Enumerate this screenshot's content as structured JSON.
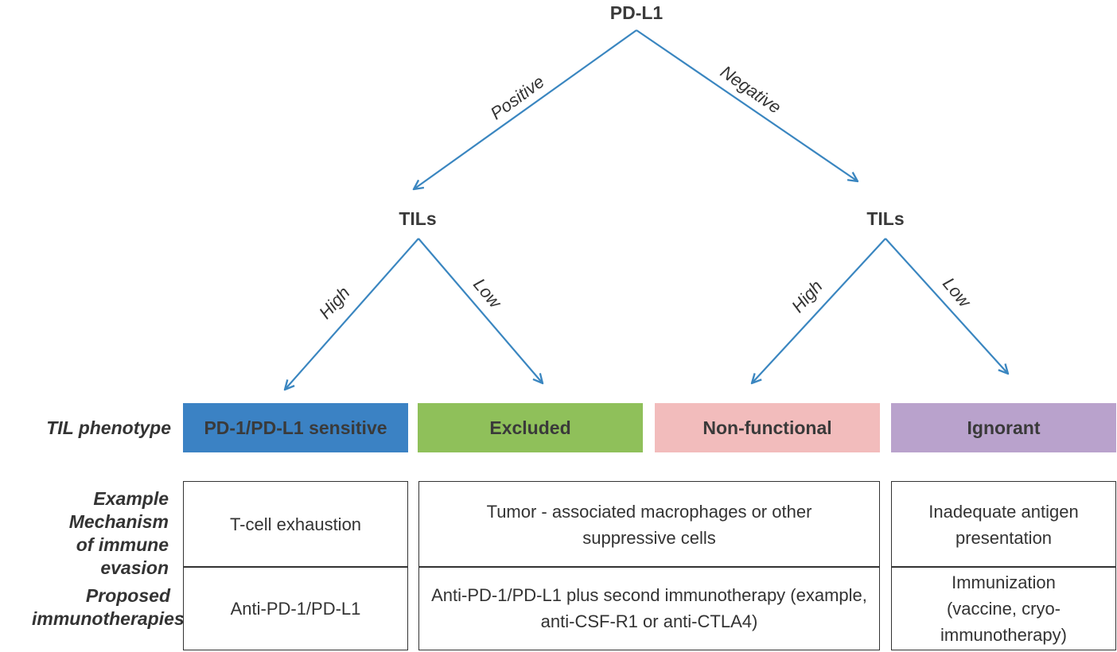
{
  "tree": {
    "root": "PD-L1",
    "edge_positive": "Positive",
    "edge_negative": "Negative",
    "left_node": "TILs",
    "right_node": "TILs",
    "left_high": "High",
    "left_low": "Low",
    "right_high": "High",
    "right_low": "Low"
  },
  "colors": {
    "arrow": "#3a86c0",
    "pd1_sensitive": "#3b82c4",
    "excluded": "#8fc05a",
    "non_functional": "#f2bcbc",
    "ignorant": "#b9a2cc"
  },
  "row_labels": {
    "phenotype": "TIL phenotype",
    "mechanism": "Example Mechanism of immune evasion",
    "immunotherapies": "Proposed immunotherapies"
  },
  "phenotypes": [
    "PD-1/PD-L1 sensitive",
    "Excluded",
    "Non-functional",
    "Ignorant"
  ],
  "mechanisms": {
    "col1": "T-cell exhaustion",
    "col23": "Tumor - associated macrophages or other suppressive cells",
    "col4": "Inadequate antigen presentation"
  },
  "immunotherapies": {
    "col1": "Anti-PD-1/PD-L1",
    "col23": "Anti-PD-1/PD-L1 plus second immunotherapy (example, anti-CSF-R1 or anti-CTLA4)",
    "col4": "Immunization (vaccine, cryo-immunotherapy)"
  }
}
